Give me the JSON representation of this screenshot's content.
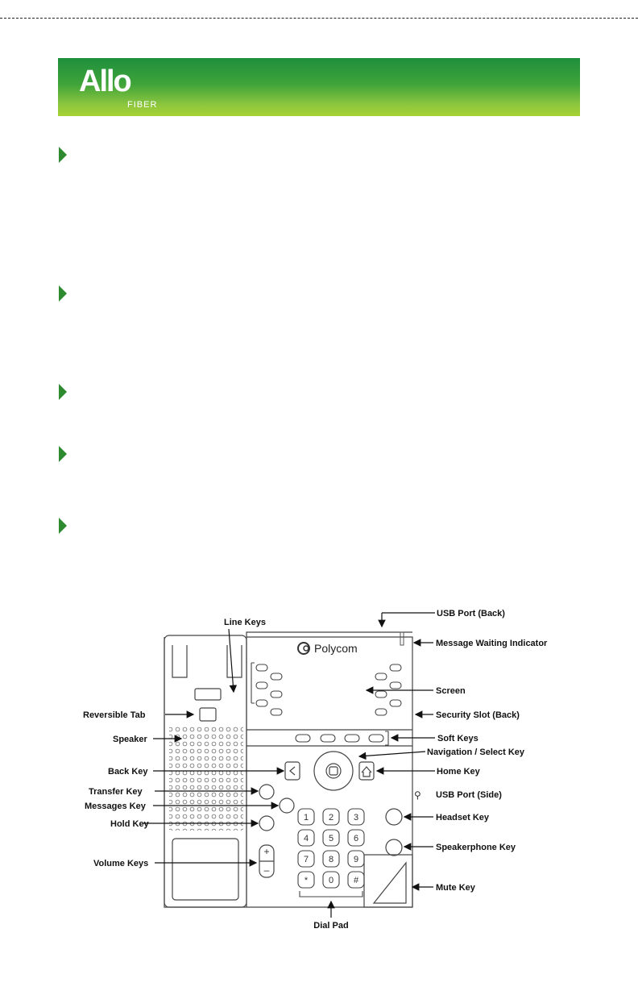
{
  "brand": {
    "name": "Allo",
    "sub": "FIBER"
  },
  "colors": {
    "accent": "#2d8a2e",
    "banner_top": "#1f8f3d",
    "banner_bottom": "#a8d234"
  },
  "phone": {
    "brand": "Polycom",
    "dial_keys": [
      "1",
      "2",
      "3",
      "4",
      "5",
      "6",
      "7",
      "8",
      "9",
      "*",
      "0",
      "#"
    ]
  },
  "labels": {
    "line_keys": "Line Keys",
    "usb_back": "USB Port (Back)",
    "mwi": "Message Waiting Indicator",
    "screen": "Screen",
    "reversible_tab": "Reversible Tab",
    "security_slot": "Security Slot (Back)",
    "speaker": "Speaker",
    "soft_keys": "Soft Keys",
    "nav_select": "Navigation / Select Key",
    "back_key": "Back Key",
    "home_key": "Home Key",
    "transfer_key": "Transfer Key",
    "usb_side": "USB Port (Side)",
    "messages_key": "Messages Key",
    "hold_key": "Hold Key",
    "headset_key": "Headset Key",
    "speakerphone_key": "Speakerphone Key",
    "volume_keys": "Volume Keys",
    "mute_key": "Mute Key",
    "dial_pad": "Dial Pad"
  }
}
